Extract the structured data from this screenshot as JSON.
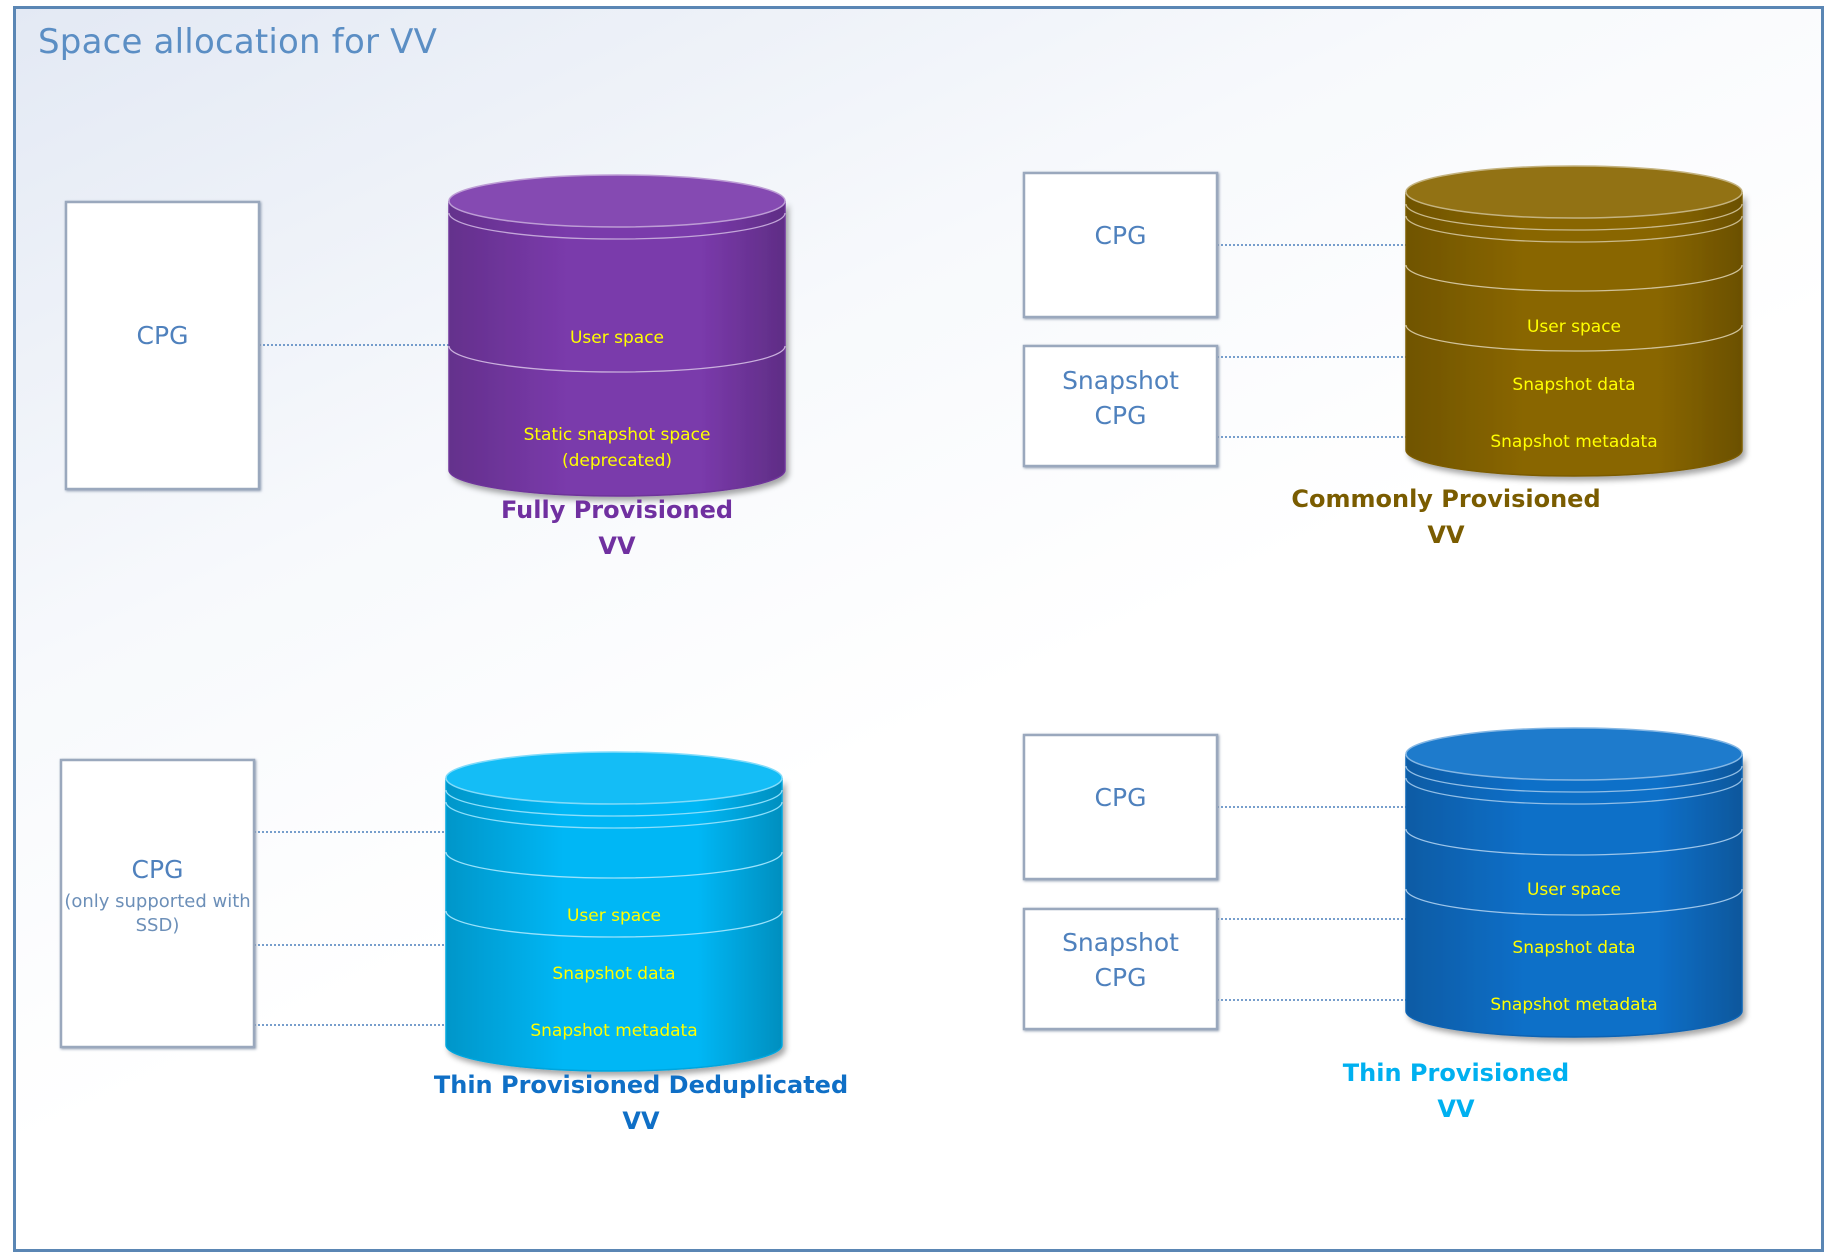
{
  "title": "Space allocation for VV",
  "colors": {
    "frame": "#5a86b4",
    "box_text": "#4f81bd",
    "layer_text": "#ffff00",
    "fully_provisioned": "#7a3aab",
    "commonly_provisioned": "#896600",
    "thin_provisioned_deduplicated": "#00b7f5",
    "thin_provisioned": "#0a6fc8"
  },
  "panels": [
    {
      "id": "fully-provisioned",
      "caption": [
        "Fully Provisioned",
        "VV"
      ],
      "caption_color": "#7030a0",
      "boxes": [
        {
          "lines": [
            "CPG"
          ]
        }
      ],
      "layers": [
        {
          "label": [
            "User space"
          ]
        },
        {
          "label": [
            "Static snapshot space",
            "(deprecated)"
          ]
        }
      ]
    },
    {
      "id": "commonly-provisioned",
      "caption": [
        "Commonly Provisioned",
        "VV"
      ],
      "caption_color": "#7a5c00",
      "boxes": [
        {
          "lines": [
            "CPG"
          ]
        },
        {
          "lines": [
            "Snapshot",
            "CPG"
          ]
        }
      ],
      "layers": [
        {
          "label": [
            "User space"
          ]
        },
        {
          "label": [
            "Snapshot data"
          ]
        },
        {
          "label": [
            "Snapshot metadata"
          ]
        }
      ]
    },
    {
      "id": "thin-provisioned-deduplicated",
      "caption": [
        "Thin Provisioned Deduplicated",
        "VV"
      ],
      "caption_color": "#0f6fc6",
      "boxes": [
        {
          "lines": [
            "CPG"
          ],
          "note": [
            "(only supported with",
            "SSD)"
          ]
        }
      ],
      "layers": [
        {
          "label": [
            "User space"
          ]
        },
        {
          "label": [
            "Snapshot data"
          ]
        },
        {
          "label": [
            "Snapshot metadata"
          ]
        }
      ]
    },
    {
      "id": "thin-provisioned",
      "caption": [
        "Thin Provisioned",
        "VV"
      ],
      "caption_color": "#00b0f0",
      "boxes": [
        {
          "lines": [
            "CPG"
          ]
        },
        {
          "lines": [
            "Snapshot",
            "CPG"
          ]
        }
      ],
      "layers": [
        {
          "label": [
            "User space"
          ]
        },
        {
          "label": [
            "Snapshot data"
          ]
        },
        {
          "label": [
            "Snapshot metadata"
          ]
        }
      ]
    }
  ]
}
